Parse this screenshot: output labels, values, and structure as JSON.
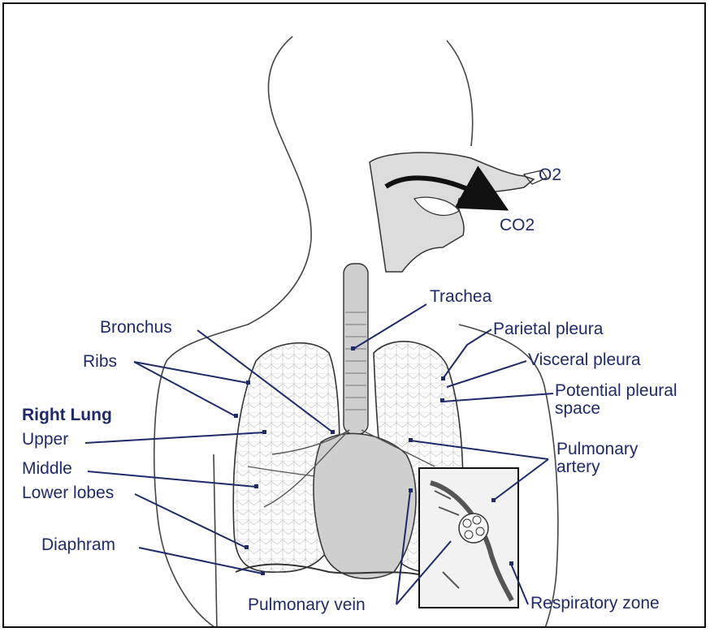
{
  "labels": {
    "o2": "O2",
    "co2": "CO2",
    "trachea": "Trachea",
    "bronchus": "Bronchus",
    "parietal_pleura": "Parietal pleura",
    "ribs": "Ribs",
    "visceral_pleura": "Visceral pleura",
    "potential_pleural_space": "Potential pleural\nspace",
    "right_lung": "Right Lung",
    "upper": "Upper",
    "middle": "Middle",
    "lower_lobes": "Lower lobes",
    "pulmonary_artery": "Pulmonary\nartery",
    "diaphram": "Diaphram",
    "pulmonary_vein": "Pulmonary vein",
    "respiratory_zone": "Respiratory zone"
  },
  "colors": {
    "label": "#1f2a6b",
    "leader": "#1f2a6b",
    "outline": "#333333",
    "lung_fill": "#e3e3e3",
    "heart_fill": "#cfcfcf",
    "dark_fill": "#9a9a9a"
  }
}
